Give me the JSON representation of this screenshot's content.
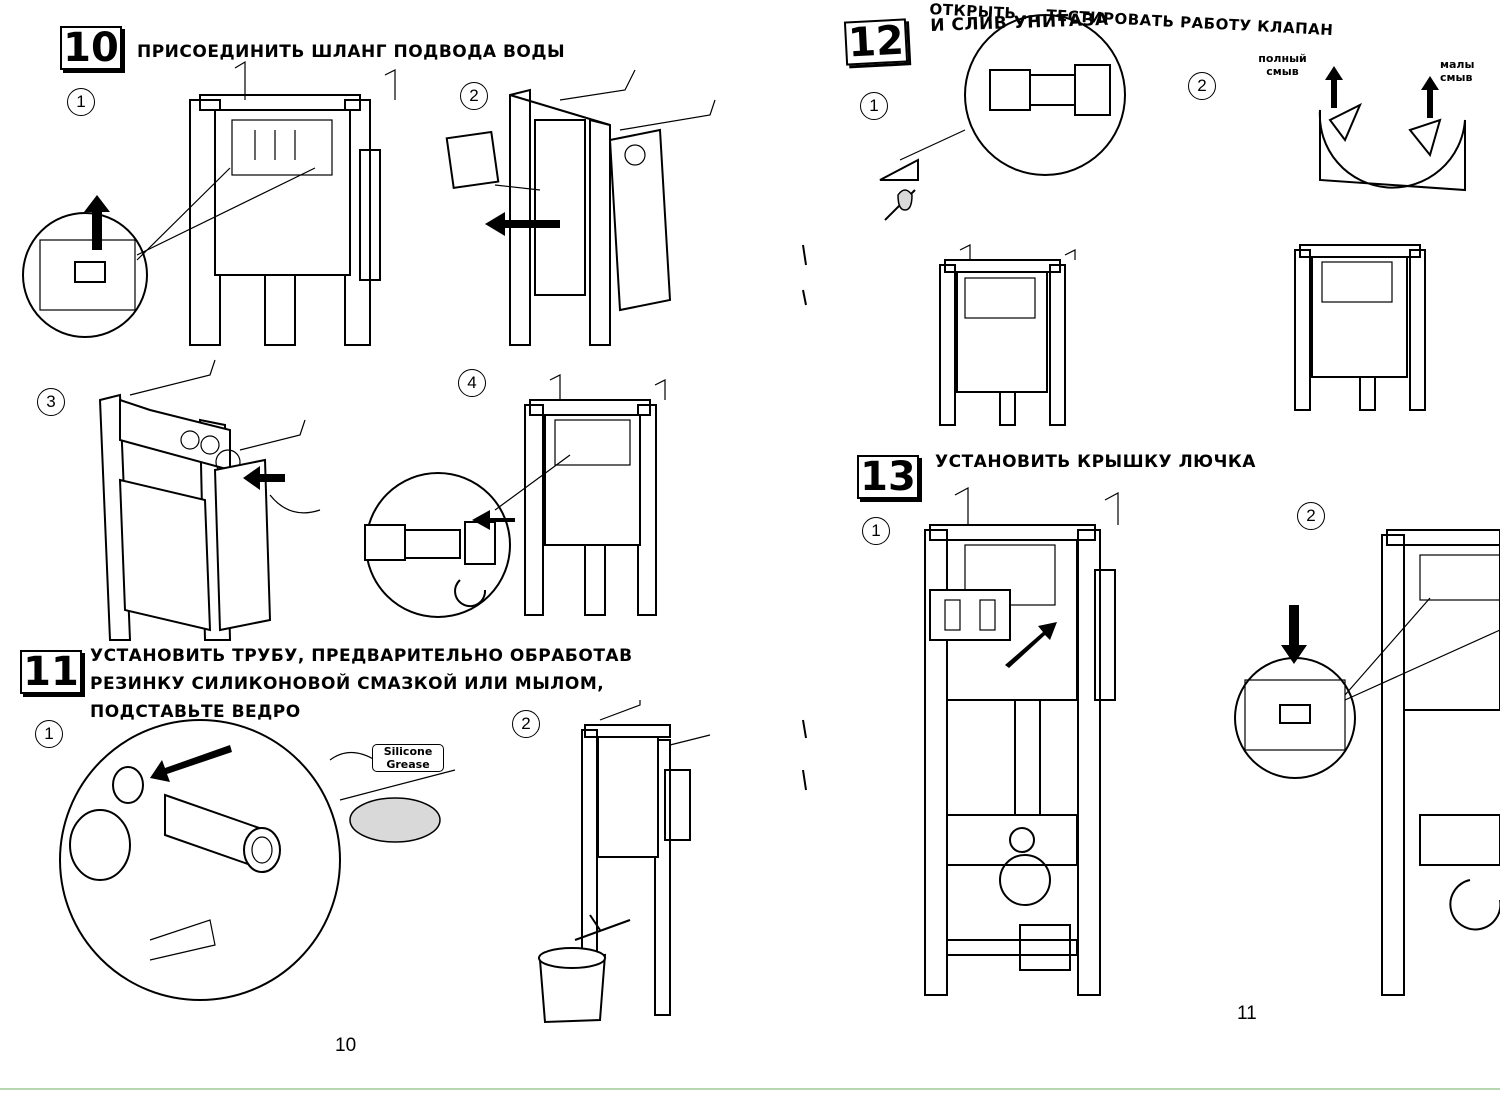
{
  "left_page": {
    "page_number": "10",
    "step10": {
      "number": "10",
      "title": "ПРИСОЕДИНИТЬ ШЛАНГ ПОДВОДА ВОДЫ",
      "substeps": [
        "1",
        "2",
        "3",
        "4"
      ]
    },
    "step11": {
      "number": "11",
      "title_line1": "УСТАНОВИТЬ ТРУБУ, ПРЕДВАРИТЕЛЬНО ОБРАБОТАВ",
      "title_line2": "РЕЗИНКУ СИЛИКОНОВОЙ СМАЗКОЙ ИЛИ МЫЛОМ,",
      "title_line3": "ПОДСТАВЬТЕ ВЕДРО",
      "substeps": [
        "1",
        "2"
      ],
      "tube_label_line1": "Silicone",
      "tube_label_line2": "Grease"
    }
  },
  "right_page": {
    "page_number": "11",
    "step12": {
      "number": "12",
      "title_line1": "ОТКРЫТЬ ... ТЕСТИРОВАТЬ РАБОТУ КЛАПАН",
      "title_line2": "И СЛИВ УНИТАЗА",
      "substeps": [
        "1",
        "2"
      ],
      "full_flush_line1": "полный",
      "full_flush_line2": "смыв",
      "small_flush_line1": "малы",
      "small_flush_line2": "смыв"
    },
    "step13": {
      "number": "13",
      "title": "УСТАНОВИТЬ КРЫШКУ ЛЮЧКА",
      "substeps": [
        "1",
        "2"
      ]
    }
  }
}
